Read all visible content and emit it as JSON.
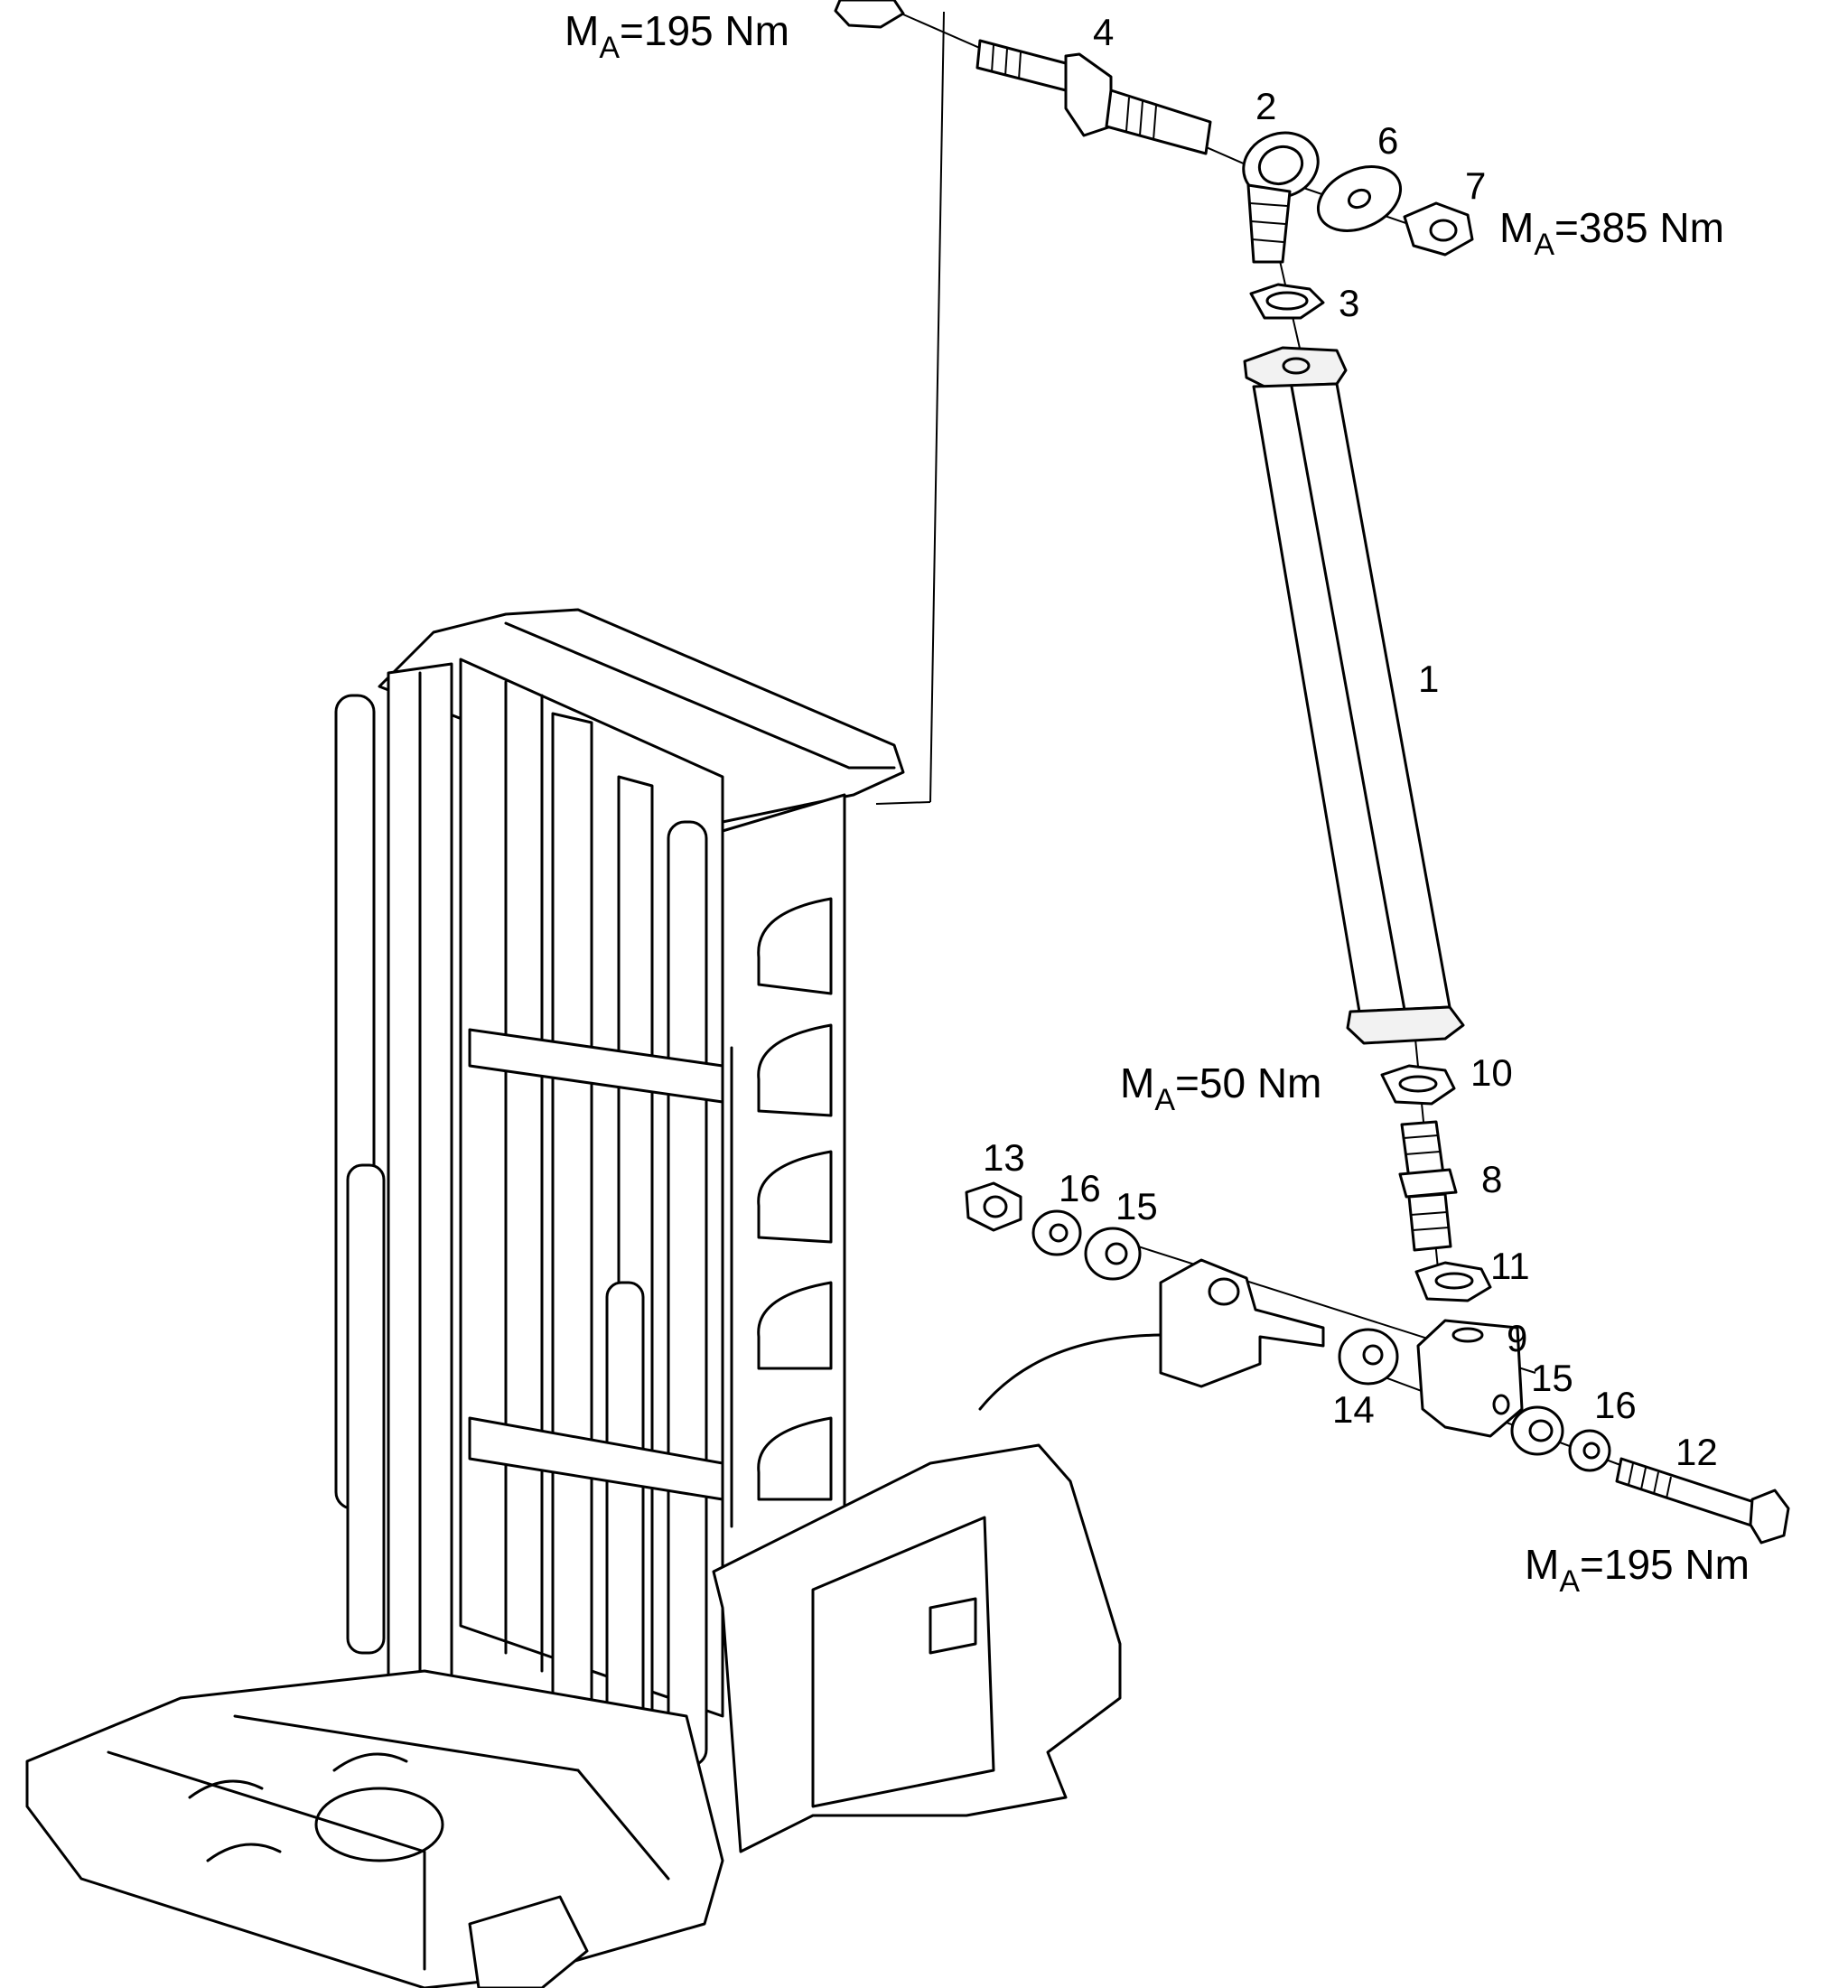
{
  "part_labels": {
    "p1": "1",
    "p2": "2",
    "p3": "3",
    "p4": "4",
    "p6": "6",
    "p7": "7",
    "p8": "8",
    "p9": "9",
    "p10": "10",
    "p11": "11",
    "p12": "12",
    "p13": "13",
    "p14": "14",
    "p15a": "15",
    "p15b": "15",
    "p16a": "16",
    "p16b": "16"
  },
  "torque": {
    "top_left": {
      "prefix": "M",
      "sub": "A",
      "value": "=195 Nm"
    },
    "top_right": {
      "prefix": "M",
      "sub": "A",
      "value": "=385 Nm"
    },
    "middle": {
      "prefix": "M",
      "sub": "A",
      "value": "=50 Nm"
    },
    "bottom_right": {
      "prefix": "M",
      "sub": "A",
      "value": "=195 Nm"
    }
  }
}
